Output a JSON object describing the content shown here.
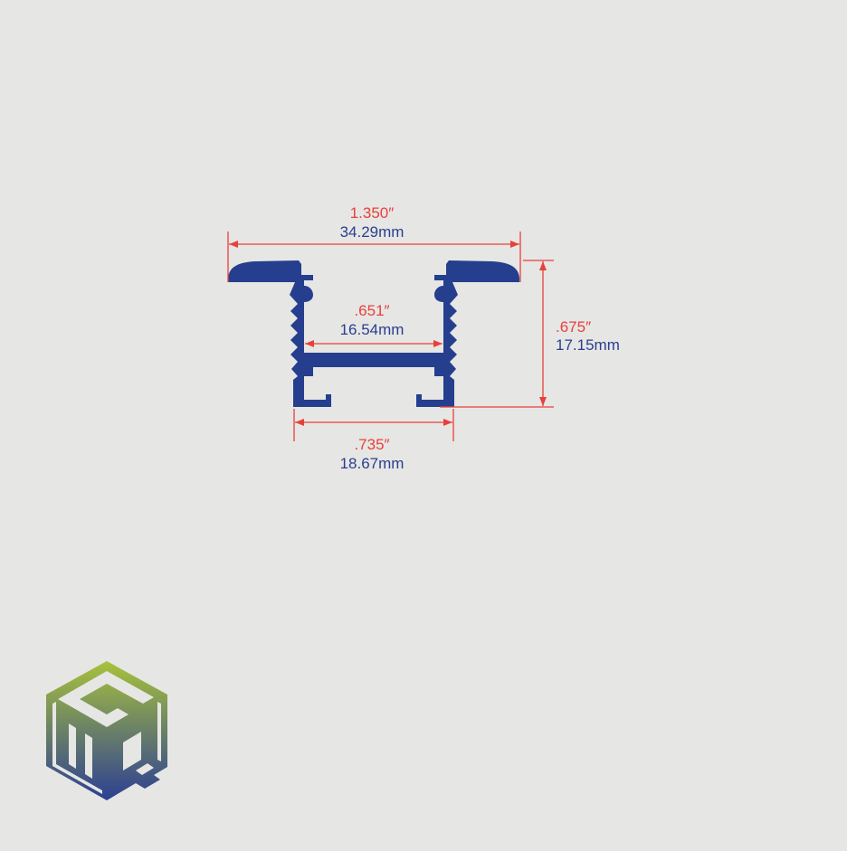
{
  "colors": {
    "background": "#e6e6e4",
    "profile": "#253f8e",
    "dimension_line": "#e8403a",
    "imperial_text": "#e8403a",
    "metric_text": "#2a3f8f",
    "logo_top": "#a8c23b",
    "logo_bottom": "#2c3f93"
  },
  "dimensions": {
    "overall_width": {
      "imperial": "1.350″",
      "metric": "34.29mm"
    },
    "inner_channel_width": {
      "imperial": ".651″",
      "metric": "16.54mm"
    },
    "base_width": {
      "imperial": ".735″",
      "metric": "18.67mm"
    },
    "height": {
      "imperial": ".675″",
      "metric": "17.15mm"
    }
  },
  "logo": {
    "name": "cmq-cube-logo",
    "letters": "CMQ"
  }
}
